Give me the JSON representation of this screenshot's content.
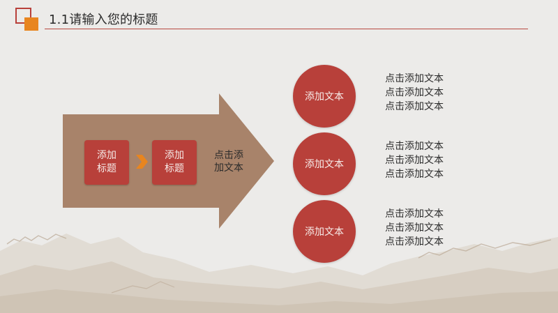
{
  "header": {
    "title": "1.1请输入您的标题"
  },
  "colors": {
    "accent_red": "#b8403a",
    "accent_orange": "#e8851f",
    "arrow_brown": "#a8836a",
    "background": "#ecebe9"
  },
  "flow": {
    "boxes": [
      {
        "label": "添加标题"
      },
      {
        "label": "添加标题"
      }
    ],
    "arrow_text": "点击添加文本",
    "chevron_icon": "chevron-right-icon"
  },
  "items": [
    {
      "circle_label": "添加文本",
      "lines": [
        "点击添加文本",
        "点击添加文本",
        "点击添加文本"
      ]
    },
    {
      "circle_label": "添加文本",
      "lines": [
        "点击添加文本",
        "点击添加文本",
        "点击添加文本"
      ]
    },
    {
      "circle_label": "添加文本",
      "lines": [
        "点击添加文本",
        "点击添加文本",
        "点击添加文本"
      ]
    }
  ]
}
